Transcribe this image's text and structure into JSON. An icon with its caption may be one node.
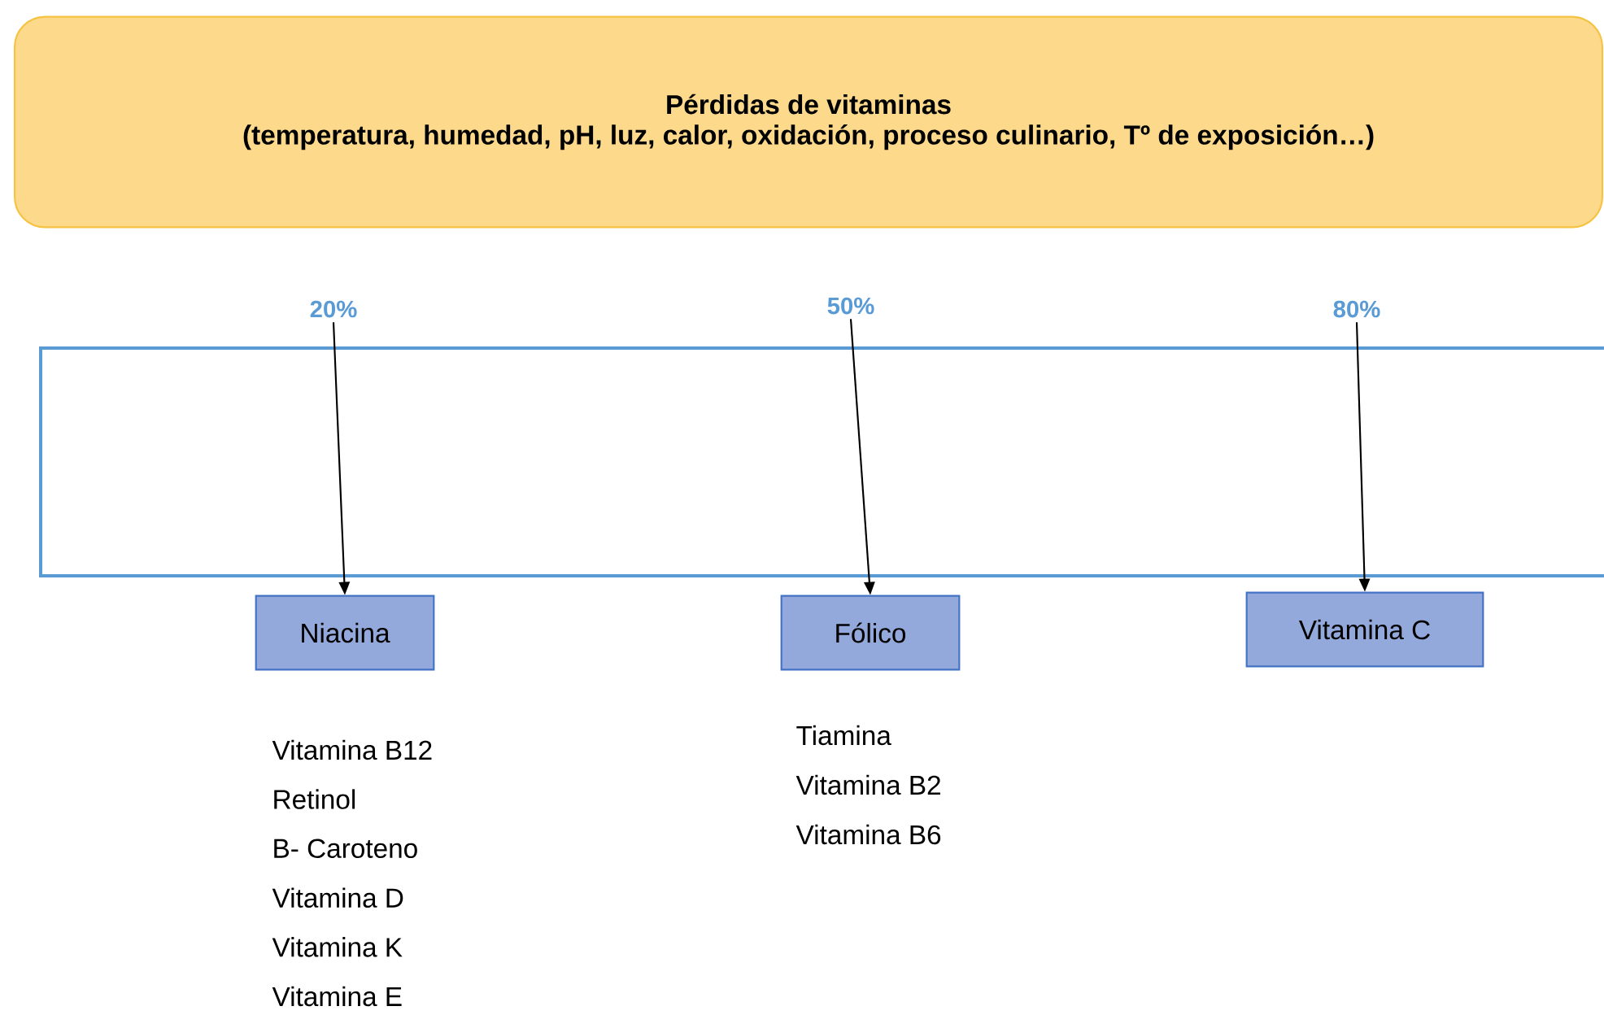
{
  "diagram": {
    "nodes": [
      {
        "text": [
          "Pérdidas de vitaminas",
          "(temperatura, humedad, pH, luz, calor, oxidación, proceso culinario, Tº de exposición…)"
        ]
      },
      {
        "text": [
          "20%"
        ]
      },
      {
        "text": [
          "50%"
        ]
      },
      {
        "text": [
          "80%"
        ]
      },
      {
        "text": [
          "Niacina"
        ],
        "beside": [
          "Vitamina B12",
          "Retinol",
          "B- Caroteno",
          "Vitamina D",
          "Vitamina K",
          "Vitamina E"
        ]
      },
      {
        "text": [
          "Fólico"
        ],
        "beside": [
          "Tiamina",
          "Vitamina B2",
          "Vitamina B6"
        ]
      },
      {
        "text": [
          "Vitamina C"
        ]
      }
    ],
    "edges": [
      {
        "from": 1,
        "to": 4,
        "arrow": "to"
      },
      {
        "from": 2,
        "to": 5,
        "arrow": "to"
      },
      {
        "from": 3,
        "to": 6,
        "arrow": "to"
      }
    ]
  }
}
